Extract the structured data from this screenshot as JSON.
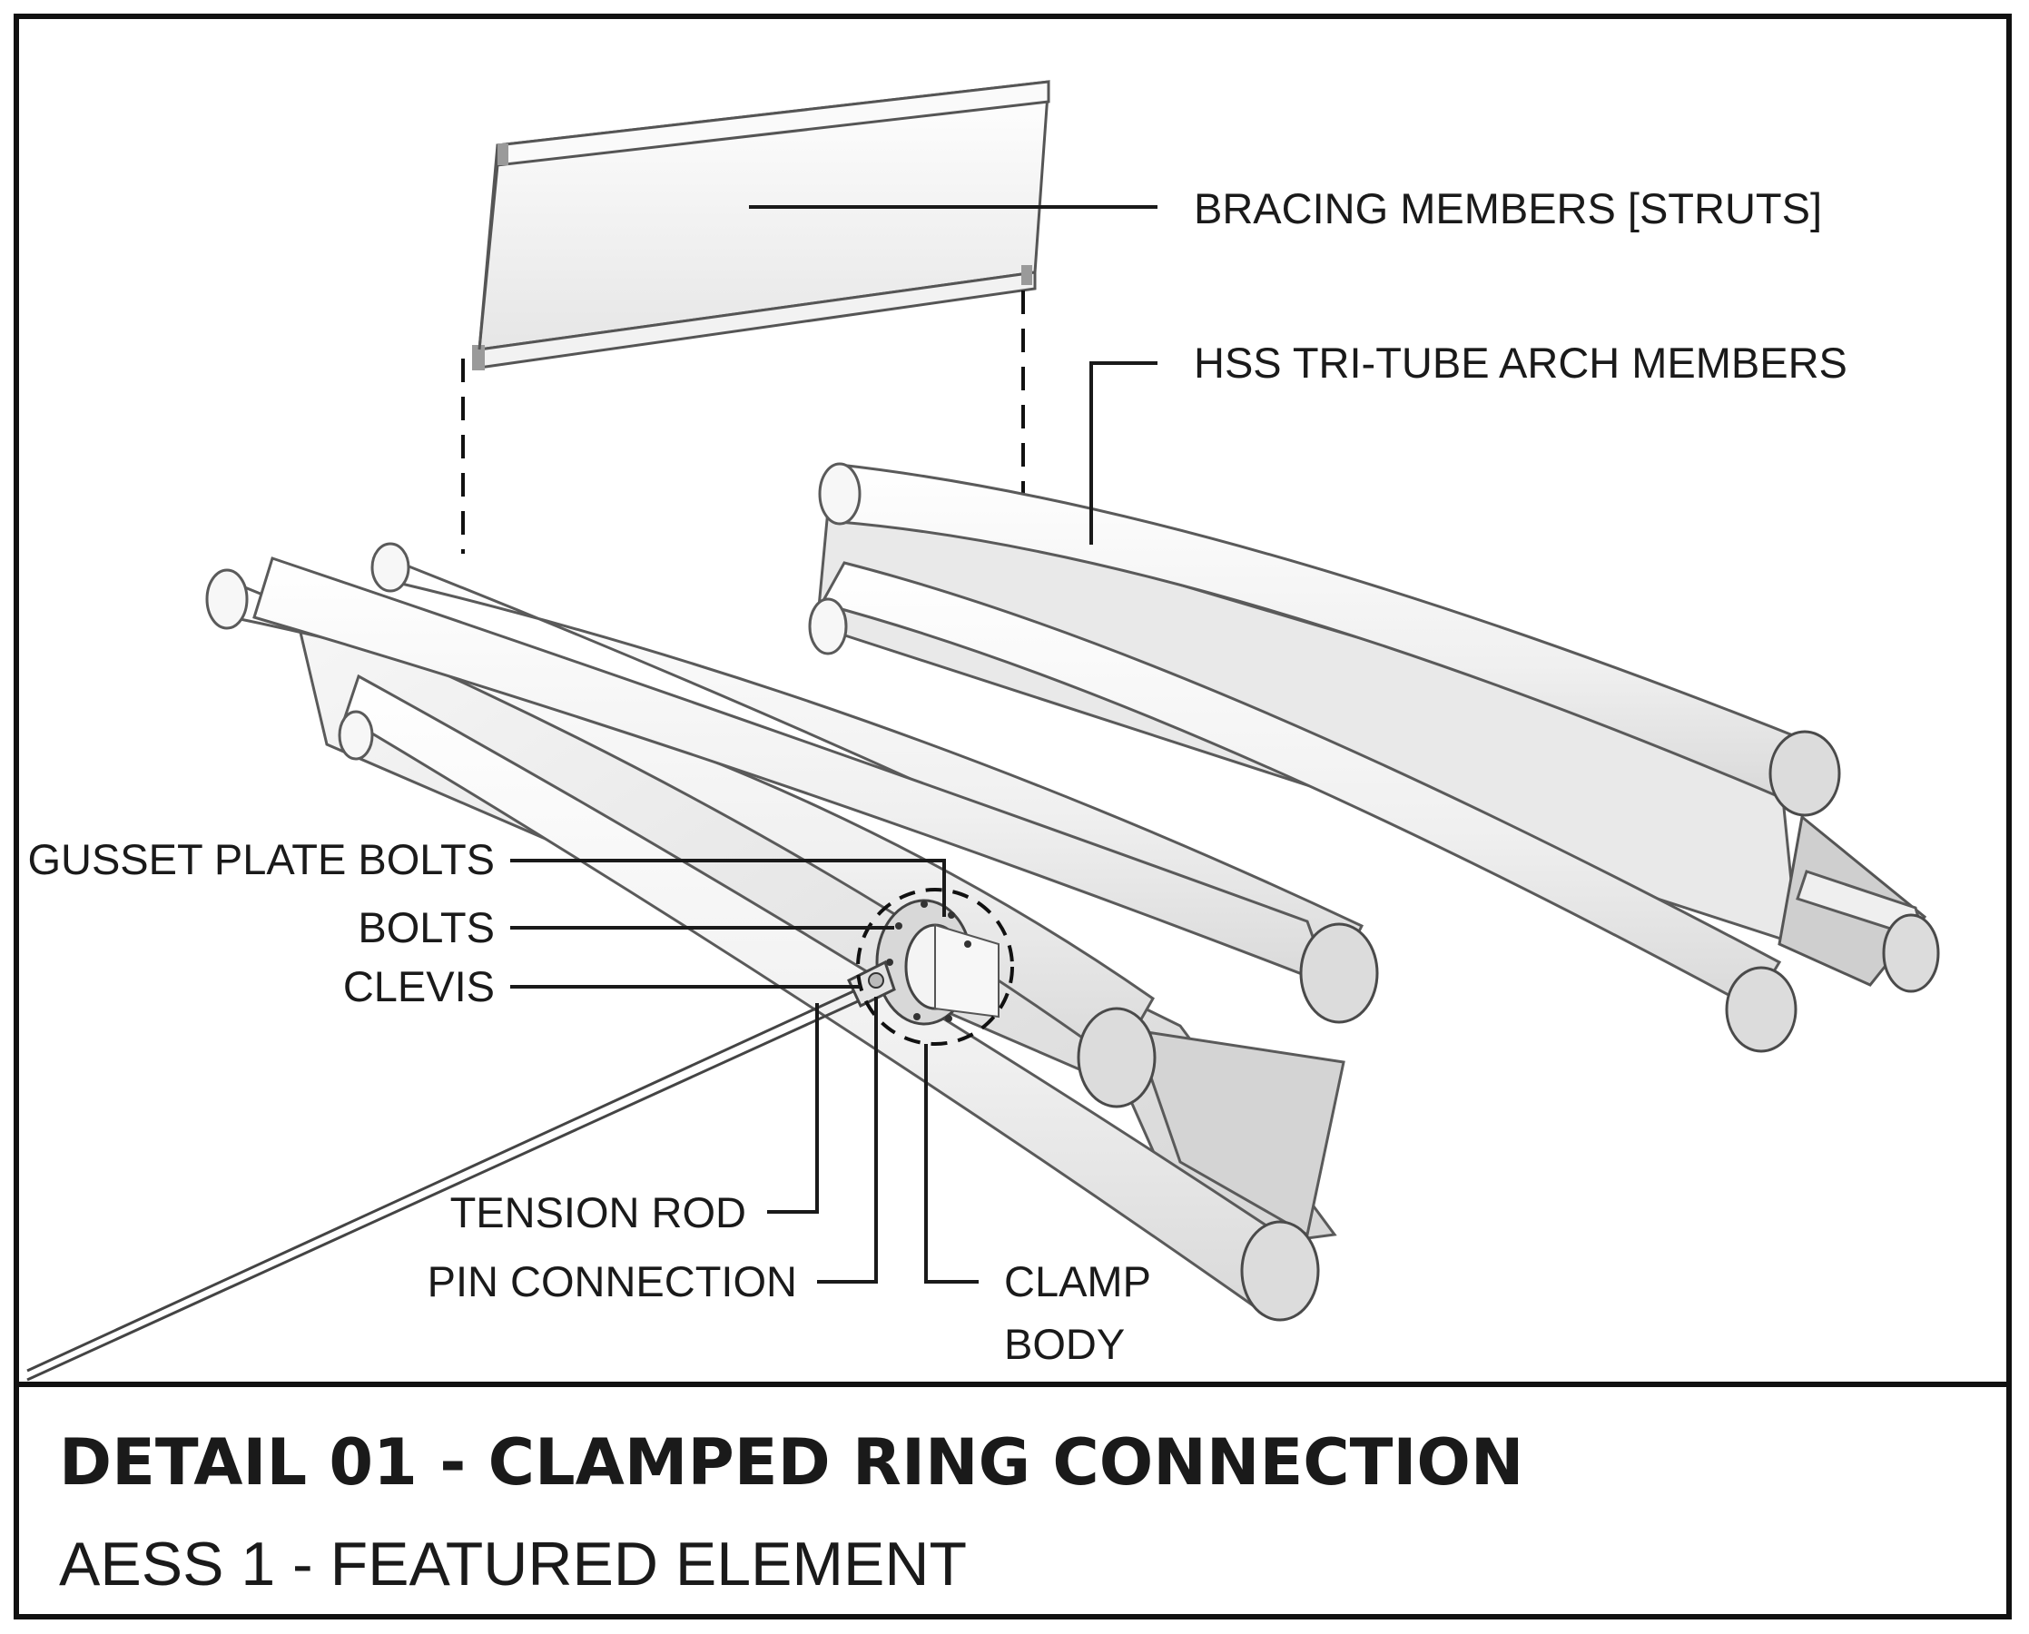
{
  "labels": {
    "bracing": "BRACING MEMBERS [STRUTS]",
    "hss": "HSS TRI-TUBE ARCH MEMBERS",
    "gusset": "GUSSET PLATE BOLTS",
    "bolts": "BOLTS",
    "clevis": "CLEVIS",
    "tension_rod": "TENSION ROD",
    "pin_connection": "PIN CONNECTION",
    "clamp_line1": "CLAMP",
    "clamp_line2": "BODY"
  },
  "title_block": {
    "title": "DETAIL 01 - CLAMPED RING CONNECTION",
    "subtitle": "AESS 1 - FEATURED ELEMENT"
  }
}
